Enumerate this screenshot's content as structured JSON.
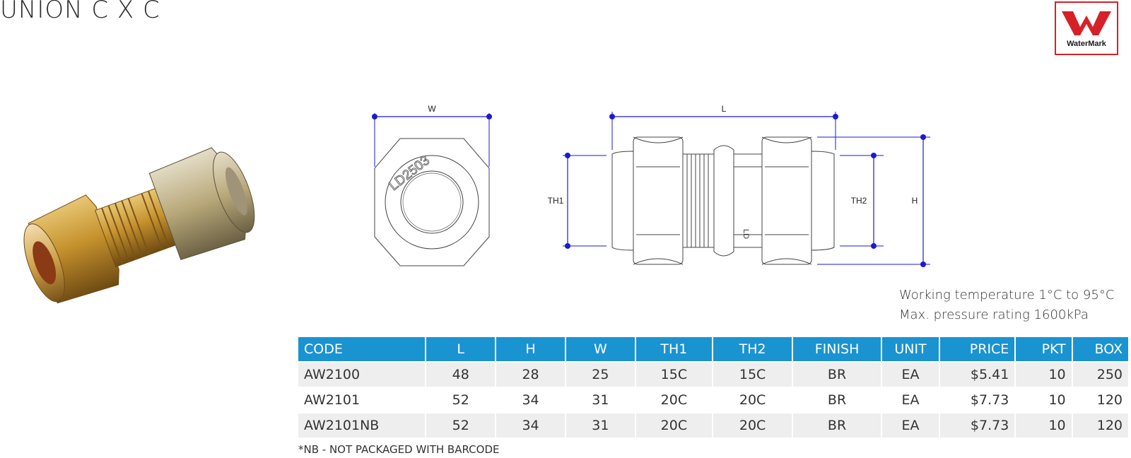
{
  "title": "UNION C X C",
  "certification_logo": {
    "label": "WaterMark",
    "color": "#d62128"
  },
  "diagram": {
    "end_view_part_mark": "LD2503",
    "side_view_part_mark": "LD",
    "labels": {
      "w": "W",
      "l": "L",
      "th1": "TH1",
      "th2": "TH2",
      "h": "H"
    },
    "dimension_color": "#1a1ad6"
  },
  "specs": {
    "temperature": "Working temperature 1°C to 95°C",
    "pressure": "Max. pressure rating 1600kPa"
  },
  "table": {
    "header_color": "#1a93d1",
    "headers": [
      "CODE",
      "L",
      "H",
      "W",
      "TH1",
      "TH2",
      "FINISH",
      "UNIT",
      "PRICE",
      "PKT",
      "BOX"
    ],
    "rows": [
      [
        "AW2100",
        "48",
        "28",
        "25",
        "15C",
        "15C",
        "BR",
        "EA",
        "$5.41",
        "10",
        "250"
      ],
      [
        "AW2101",
        "52",
        "34",
        "31",
        "20C",
        "20C",
        "BR",
        "EA",
        "$7.73",
        "10",
        "120"
      ],
      [
        "AW2101NB",
        "52",
        "34",
        "31",
        "20C",
        "20C",
        "BR",
        "EA",
        "$7.73",
        "10",
        "120"
      ]
    ]
  },
  "footnote": "*NB - NOT PACKAGED WITH BARCODE"
}
